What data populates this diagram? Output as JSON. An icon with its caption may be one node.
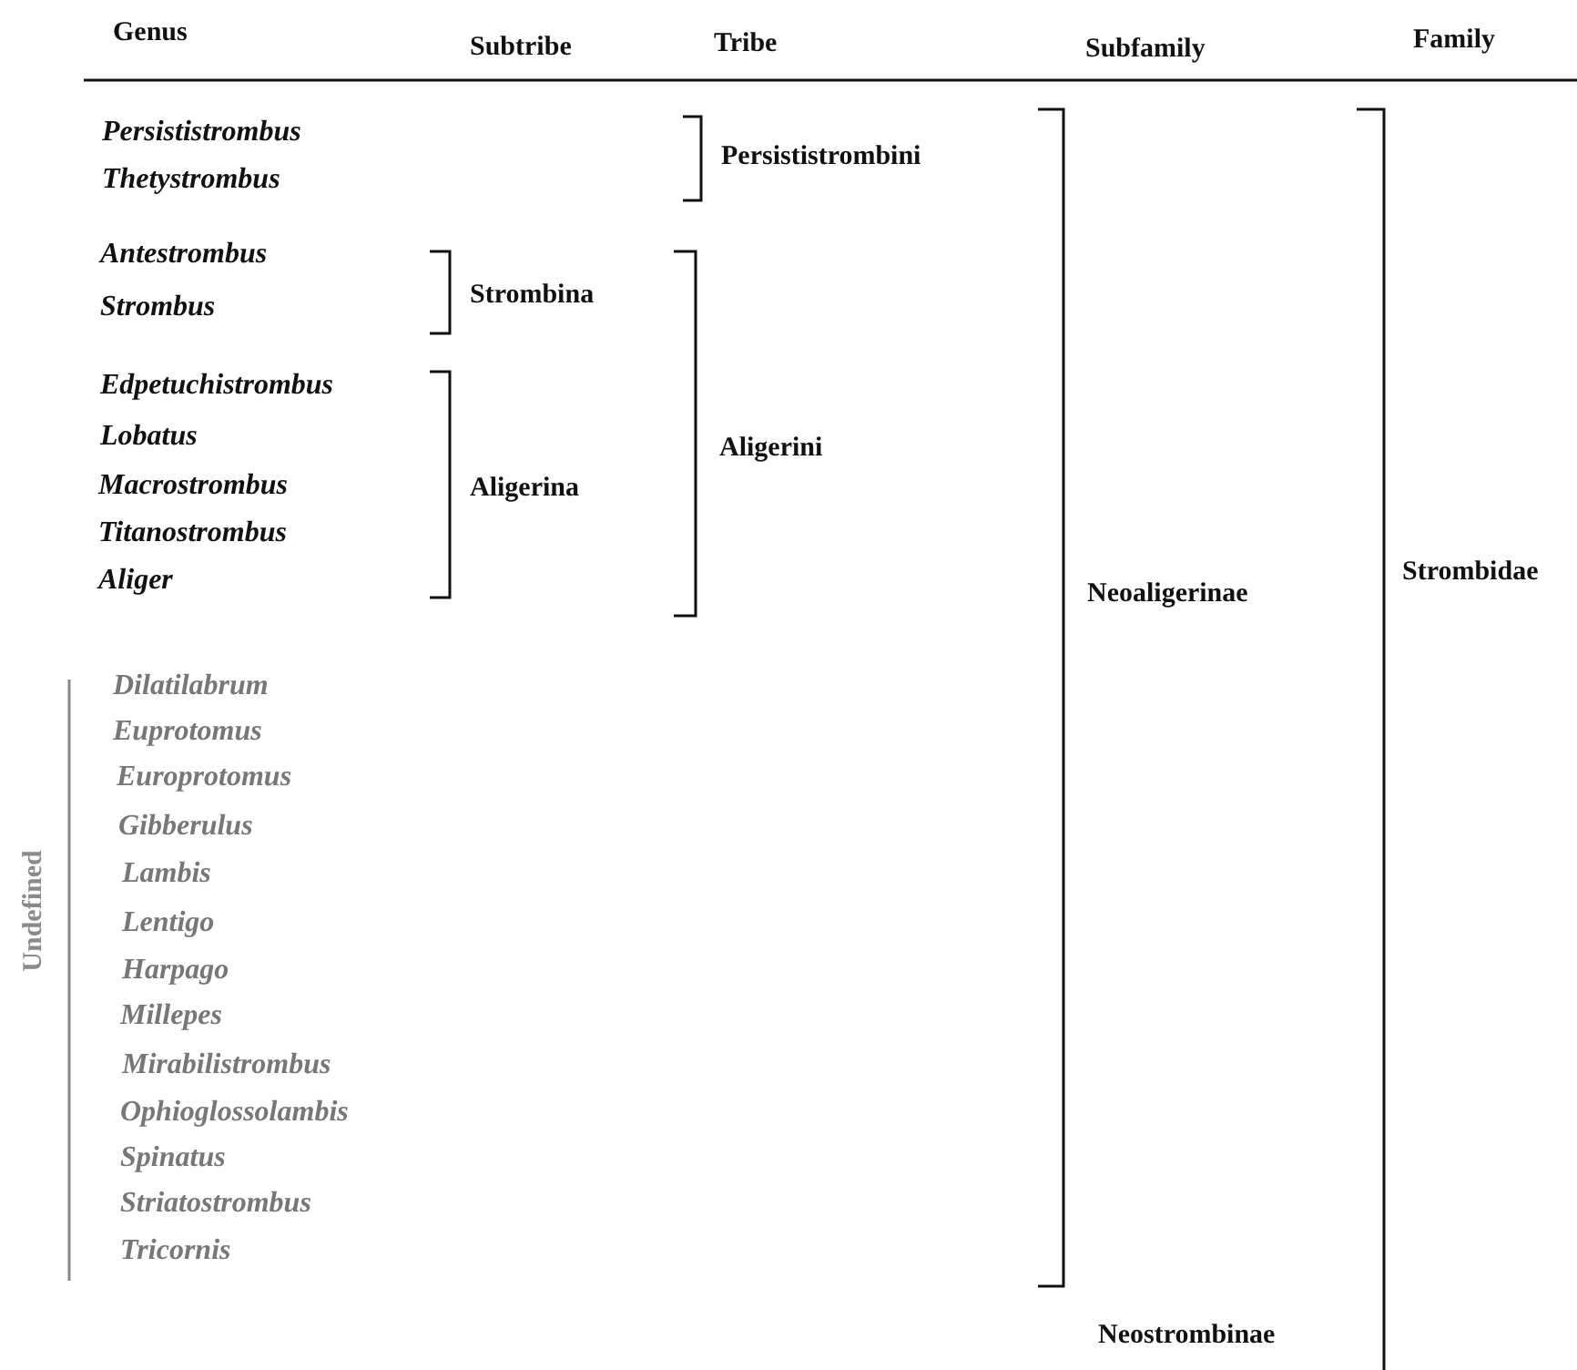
{
  "diagram": {
    "labels": [
      "Genus",
      "Subtribe",
      "Tribe",
      "Subfamily",
      "Family",
      "Persististrombus",
      "Thetystrombus",
      "Persististrombini",
      "Antestrombus",
      "Strombus",
      "Strombina",
      "Edpetuchistrombus",
      "Lobatus",
      "Macrostrombus",
      "Titanostrombus",
      "Aliger",
      "Aligerina",
      "Aligerini",
      "Neoaligerinae",
      "Strombidae",
      "Undefined",
      "Dilatilabrum",
      "Euprotomus",
      "Europrotomus",
      "Gibberulus",
      "Lambis",
      "Lentigo",
      "Harpago",
      "Millepes",
      "Mirabilistrombus",
      "Ophioglossolambis",
      "Spinatus",
      "Striatostrombus",
      "Tricornis",
      "Neostrombinae"
    ]
  }
}
